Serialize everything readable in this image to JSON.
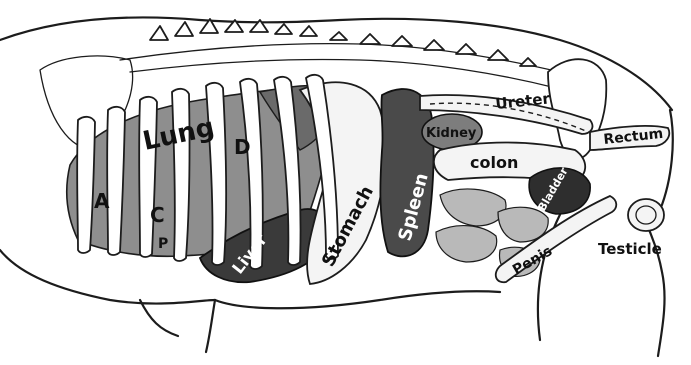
{
  "labels": {
    "lung": "Lung",
    "a": "A",
    "c": "C",
    "d": "D",
    "p": "P",
    "liver": "Liver",
    "stomach": "Stomach",
    "spleen": "Spleen",
    "kidney": "Kidney",
    "ureter": "Ureter",
    "colon": "colon",
    "rectum": "Rectum",
    "bladder": "Bladder",
    "penis": "Penis",
    "testicle": "Testicle"
  }
}
